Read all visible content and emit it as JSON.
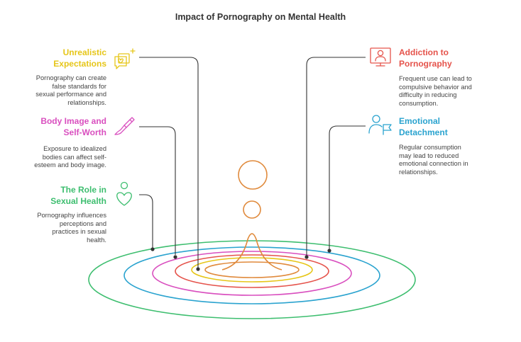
{
  "title": "Impact of Pornography on Mental Health",
  "colors": {
    "yellow": "#E6C619",
    "pink": "#D94FBF",
    "green": "#3DBE6F",
    "red": "#E5534B",
    "blue": "#2AA3CF",
    "orange": "#E08A3C",
    "connector": "#333333"
  },
  "items": {
    "unrealistic": {
      "heading": [
        "Unrealistic",
        "Expectations"
      ],
      "text": [
        "Pornography can create",
        "false standards for",
        "sexual performance and",
        "relationships."
      ],
      "icon": "chat-heart-icon"
    },
    "body_image": {
      "heading": [
        "Body Image and",
        "Self-Worth"
      ],
      "text": [
        "Exposure to idealized",
        "bodies can affect self-",
        "esteem and body image."
      ],
      "icon": "brush-icon"
    },
    "sexual_health": {
      "heading": [
        "The Role in",
        "Sexual Health"
      ],
      "text": [
        "Pornography influences",
        "perceptions and",
        "practices in sexual",
        "health."
      ],
      "icon": "person-heart-icon"
    },
    "addiction": {
      "heading": [
        "Addiction to",
        "Pornography"
      ],
      "text": [
        "Frequent use can lead to",
        "compulsive behavior and",
        "difficulty in reducing",
        "consumption."
      ],
      "icon": "screen-person-icon"
    },
    "detachment": {
      "heading": [
        "Emotional",
        "Detachment"
      ],
      "text": [
        "Regular consumption",
        "may lead to reduced",
        "emotional connection in",
        "relationships."
      ],
      "icon": "person-flag-icon"
    }
  }
}
